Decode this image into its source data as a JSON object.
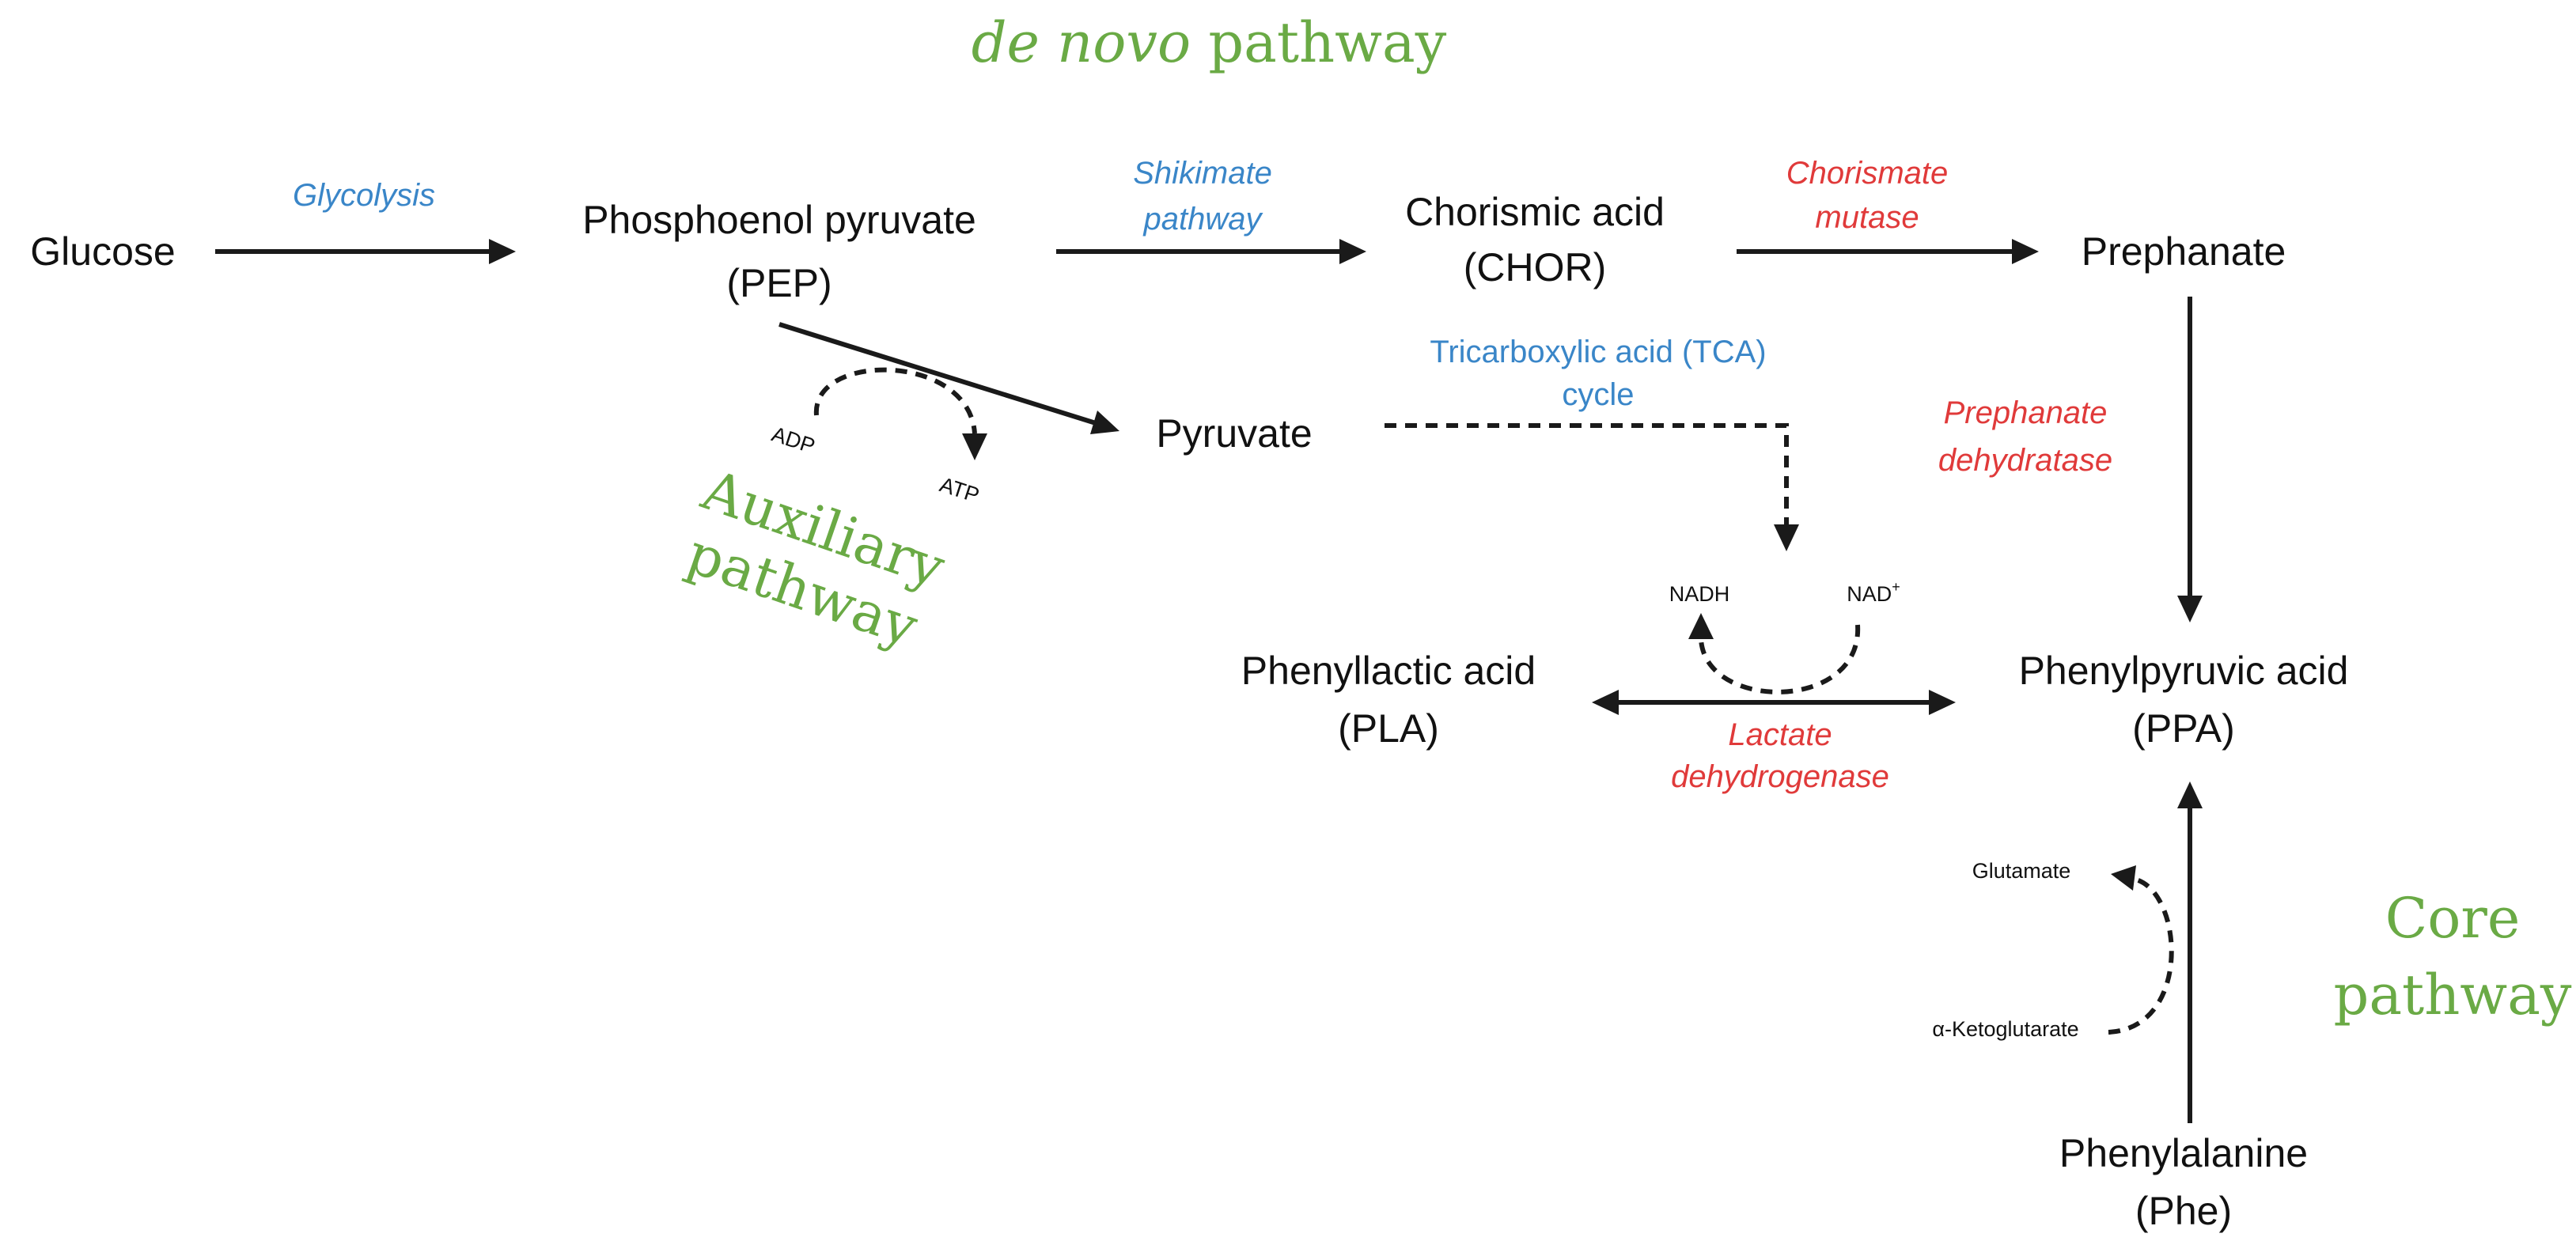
{
  "colors": {
    "text": "#111111",
    "arrow": "#1a1a1a",
    "pathway_label": "#6aaa45",
    "process_blue": "#3a86c8",
    "enzyme_red": "#e03a3a"
  },
  "pathways": {
    "de_novo_italic": "de novo",
    "de_novo_rest": " pathway",
    "auxiliary_line1": "Auxiliary",
    "auxiliary_line2": "pathway",
    "core_line1": "Core",
    "core_line2": "pathway"
  },
  "metabolites": {
    "glucose": "Glucose",
    "pep_line1": "Phosphoenol pyruvate",
    "pep_line2": "(PEP)",
    "chor_line1": "Chorismic acid",
    "chor_line2": "(CHOR)",
    "prephanate": "Prephanate",
    "pyruvate": "Pyruvate",
    "pla_line1": "Phenyllactic acid",
    "pla_line2": "(PLA)",
    "ppa_line1": "Phenylpyruvic acid",
    "ppa_line2": "(PPA)",
    "phe_line1": "Phenylalanine",
    "phe_line2": "(Phe)"
  },
  "processes": {
    "glycolysis": "Glycolysis",
    "shikimate_line1": "Shikimate",
    "shikimate_line2": "pathway",
    "tca_line1": "Tricarboxylic acid (TCA)",
    "tca_line2": "cycle"
  },
  "enzymes": {
    "chorismate_line1": "Chorismate",
    "chorismate_line2": "mutase",
    "prephanate_dh_line1": "Prephanate",
    "prephanate_dh_line2": "dehydratase",
    "lactate_line1": "Lactate",
    "lactate_line2": "dehydrogenase"
  },
  "cofactors": {
    "adp": "ADP",
    "atp": "ATP",
    "nadh": "NADH",
    "nad": "NAD",
    "nad_sup": "+",
    "glutamate": "Glutamate",
    "akg": "α-Ketoglutarate"
  }
}
